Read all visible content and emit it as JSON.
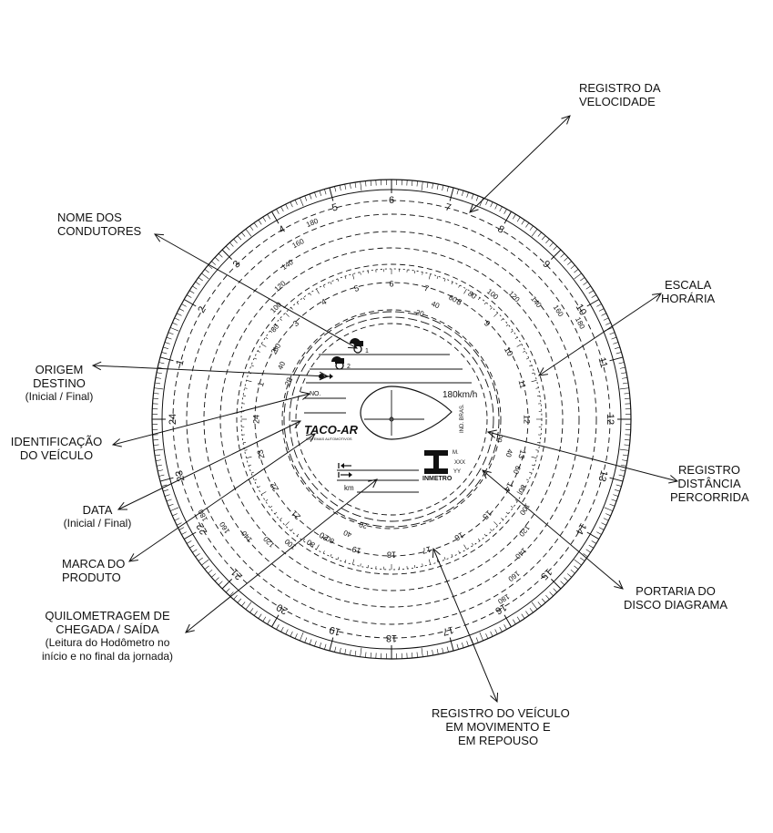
{
  "labels": {
    "registro_velocidade": [
      "REGISTRO DA",
      "VELOCIDADE"
    ],
    "nome_condutores": [
      "NOME DOS",
      "CONDUTORES"
    ],
    "escala_horaria": [
      "ESCALA",
      "HORÁRIA"
    ],
    "origem_destino": [
      "ORIGEM",
      "DESTINO"
    ],
    "origem_destino_sub": "(Inicial / Final)",
    "identificacao_veiculo": [
      "IDENTIFICAÇÃO",
      "DO VEÍCULO"
    ],
    "registro_distancia": [
      "REGISTRO",
      "DISTÂNCIA",
      "PERCORRIDA"
    ],
    "data": "DATA",
    "data_sub": "(Inicial / Final)",
    "marca_produto": [
      "MARCA DO",
      "PRODUTO"
    ],
    "portaria": [
      "PORTARIA DO",
      "DISCO DIAGRAMA"
    ],
    "quilometragem": [
      "QUILOMETRAGEM DE",
      "CHEGADA / SAÍDA"
    ],
    "quilometragem_sub": [
      "(Leitura do Hodômetro no",
      "início e no final da jornada)"
    ],
    "registro_veiculo": [
      "REGISTRO DO VEÍCULO",
      "EM MOVIMENTO E",
      "EM REPOUSO"
    ]
  },
  "disc": {
    "hours": [
      "1",
      "2",
      "3",
      "4",
      "5",
      "6",
      "7",
      "8",
      "9",
      "10",
      "11",
      "12",
      "13",
      "14",
      "15",
      "16",
      "17",
      "18",
      "19",
      "20",
      "21",
      "22",
      "23",
      "24"
    ],
    "speed_labels": [
      "20",
      "40",
      "60",
      "80",
      "100",
      "120",
      "140",
      "160",
      "180"
    ],
    "center_speed": "180km/h",
    "brand": "TACO-AR",
    "brand_sub": "SISTEMAS AUTOMOTIVOS",
    "field_no": "NO.",
    "field_km": "km",
    "ind_bras": "IND. BRAS.",
    "inmetro": "INMETRO",
    "portaria_codes": [
      "M.",
      "XXX",
      "YY"
    ],
    "driver_1": "1",
    "driver_2": "2"
  }
}
